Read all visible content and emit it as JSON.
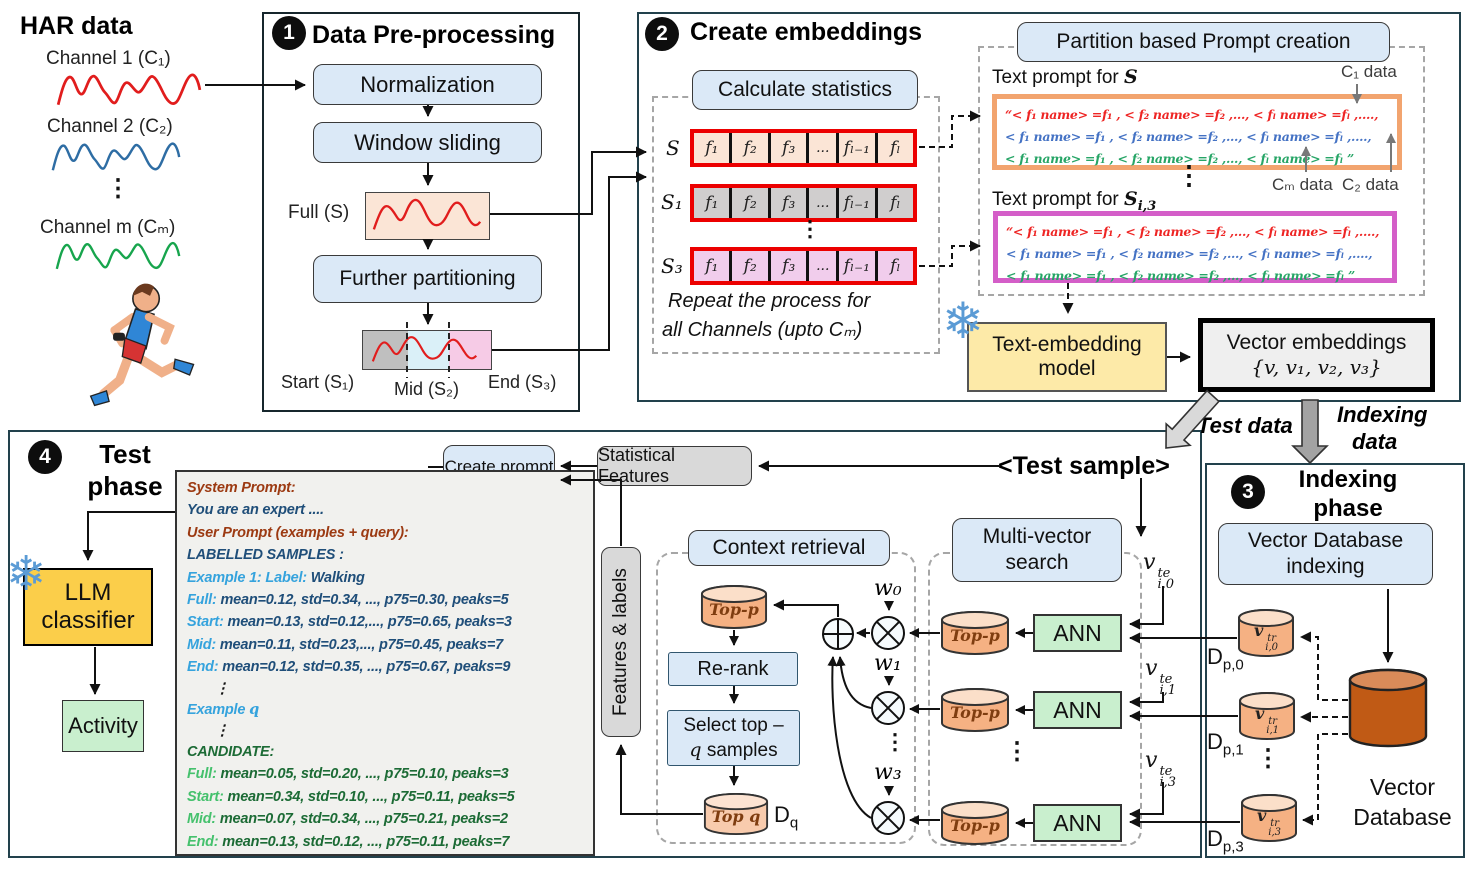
{
  "glyphs": {
    "vdots": "⋮",
    "snowflake": "❄"
  },
  "accent_colors": {
    "box_blue": "#dbe9f7",
    "peach": "#fbe5d6",
    "gray_cell": "#d0cece",
    "pink_cell": "#f1cdec",
    "yellow": "#fdeaa8",
    "gold": "#fbce4a",
    "green": "#c9efce",
    "cylinder": "#f5b183",
    "db_orange": "#c05a15",
    "red_border": "#ec0000",
    "orange_border": "#f2a46f",
    "magenta_border": "#d45ec8"
  },
  "har": {
    "title": "HAR data",
    "channels": [
      {
        "label": "Channel 1 (C₁)",
        "color": "#e11d1d"
      },
      {
        "label": "Channel 2 (C₂)",
        "color": "#2e6da4"
      },
      {
        "label": "Channel m (Cₘ)",
        "color": "#17a54d"
      }
    ]
  },
  "box1": {
    "number": "1",
    "title": "Data Pre-processing",
    "normalization": "Normalization",
    "window_sliding": "Window sliding",
    "full_label": "Full (S)",
    "further_partitioning": "Further partitioning",
    "start_label": "Start (S₁)",
    "mid_label": "Mid (S₂)",
    "end_label": "End (S₃)"
  },
  "box2": {
    "number": "2",
    "title": "Create embeddings",
    "calc_stats": "Calculate statistics",
    "rows": [
      {
        "label": "S",
        "cells": [
          "f₁",
          "f₂",
          "f₃",
          "...",
          "fₗ₋₁",
          "fₗ"
        ]
      },
      {
        "label": "S₁",
        "cells": [
          "f₁",
          "f₂",
          "f₃",
          "...",
          "fₗ₋₁",
          "fₗ"
        ]
      },
      {
        "label": "S₃",
        "cells": [
          "f₁",
          "f₂",
          "f₃",
          "...",
          "fₗ₋₁",
          "fₗ"
        ]
      }
    ],
    "repeat_line1": "Repeat the process for",
    "repeat_line2": "all Channels (upto Cₘ)"
  },
  "prompt_creation": {
    "header": "Partition based Prompt creation",
    "prompt_for": "Text prompt for ",
    "s_sym": "S",
    "s13_base": "S",
    "s13_sub": "i,3",
    "lines": {
      "red": "“< f₁ name> =f₁ , < f₂ name> =f₂ ,..., < fₗ name> =fₗ ,....,",
      "blue": "< f₁ name> =f₁ , < f₂ name> =f₂ ,..., < fₗ name> =fₗ ,....,",
      "green": "< f₁ name> =f₁ , < f₂ name> =f₂ ,..., < fₗ name> =fₗ ”"
    },
    "c1_label": "C₁ data",
    "cm_label": "Cₘ data",
    "c2_label": "C₂ data"
  },
  "embedding": {
    "model_line1": "Text-embedding",
    "model_line2": "model",
    "vector_title": "Vector embeddings",
    "vector_set": "{v, v₁, v₂, v₃}"
  },
  "flow_labels": {
    "test_data": "Test data",
    "indexing_line1": "Indexing",
    "indexing_line2": "data"
  },
  "box4": {
    "number": "4",
    "title_line1": "Test",
    "title_line2": "phase",
    "create_prompt": "Create prompt",
    "statistical_features": "Statistical Features",
    "test_sample": "<Test sample>",
    "features_labels": "Features & labels",
    "context_retrieval": "Context retrieval",
    "top_p": "Top-p",
    "re_rank": "Re-rank",
    "select_line1": "Select top –",
    "select_q": "q",
    "select_rest": " samples",
    "top_q": "Top q",
    "dq_base": "D",
    "dq_sub": "q",
    "weights": [
      "w₀",
      "w₁",
      "w₃"
    ],
    "ann": "ANN",
    "multi_vector_line1": "Multi-vector",
    "multi_vector_line2": "search",
    "llm_line1": "LLM",
    "llm_line2": "classifier",
    "activity": "Activity"
  },
  "prompt_box": {
    "system_header": "System Prompt:",
    "system_body": "You are an expert ....",
    "user_header": "User Prompt (examples + query):",
    "labelled": "LABELLED SAMPLES :",
    "example1_label": "Example 1:",
    "label_word": "Label:",
    "label_value": "Walking",
    "examples": [
      {
        "key": "Full:",
        "text": " mean=0.12, std=0.34, ..., p75=0.30, peaks=5"
      },
      {
        "key": "Start:",
        "text": " mean=0.13, std=0.12,..., p75=0.65, peaks=3"
      },
      {
        "key": "Mid:",
        "text": " mean=0.11, std=0.23,..., p75=0.45, peaks=7"
      },
      {
        "key": "End:",
        "text": " mean=0.12, std=0.35, ..., p75=0.67, peaks=9"
      }
    ],
    "example_q_word": "Example ",
    "example_q_var": "q",
    "candidate_header": "CANDIDATE:",
    "candidates": [
      {
        "key": "Full:",
        "text": " mean=0.05, std=0.20, ..., p75=0.10, peaks=3"
      },
      {
        "key": "Start:",
        "text": " mean=0.34, std=0.10, ..., p75=0.11, peaks=5"
      },
      {
        "key": "Mid:",
        "text": " mean=0.07, std=0.34, ..., p75=0.21, peaks=2"
      },
      {
        "key": "End:",
        "text": " mean=0.13, std=0.12, ..., p75=0.11, peaks=7"
      }
    ]
  },
  "box3": {
    "number": "3",
    "title_line1": "Indexing",
    "title_line2": "phase",
    "vdbi_line1": "Vector Database",
    "vdbi_line2": "indexing",
    "vdb_line1": "Vector",
    "vdb_line2": "Database",
    "d_labels": [
      {
        "base": "D",
        "sub": "p,0"
      },
      {
        "base": "D",
        "sub": "p,1"
      },
      {
        "base": "D",
        "sub": "p,3"
      }
    ]
  },
  "test_vectors": [
    {
      "base": "v",
      "sup": "te",
      "sub": "i,0"
    },
    {
      "base": "v",
      "sup": "te",
      "sub": "i,1"
    },
    {
      "base": "v",
      "sup": "te",
      "sub": "i,3"
    }
  ],
  "train_vectors": [
    {
      "base": "v",
      "sup": "tr",
      "sub": "i,0"
    },
    {
      "base": "v",
      "sup": "tr",
      "sub": "i,1"
    },
    {
      "base": "v",
      "sup": "tr",
      "sub": "i,3"
    }
  ]
}
